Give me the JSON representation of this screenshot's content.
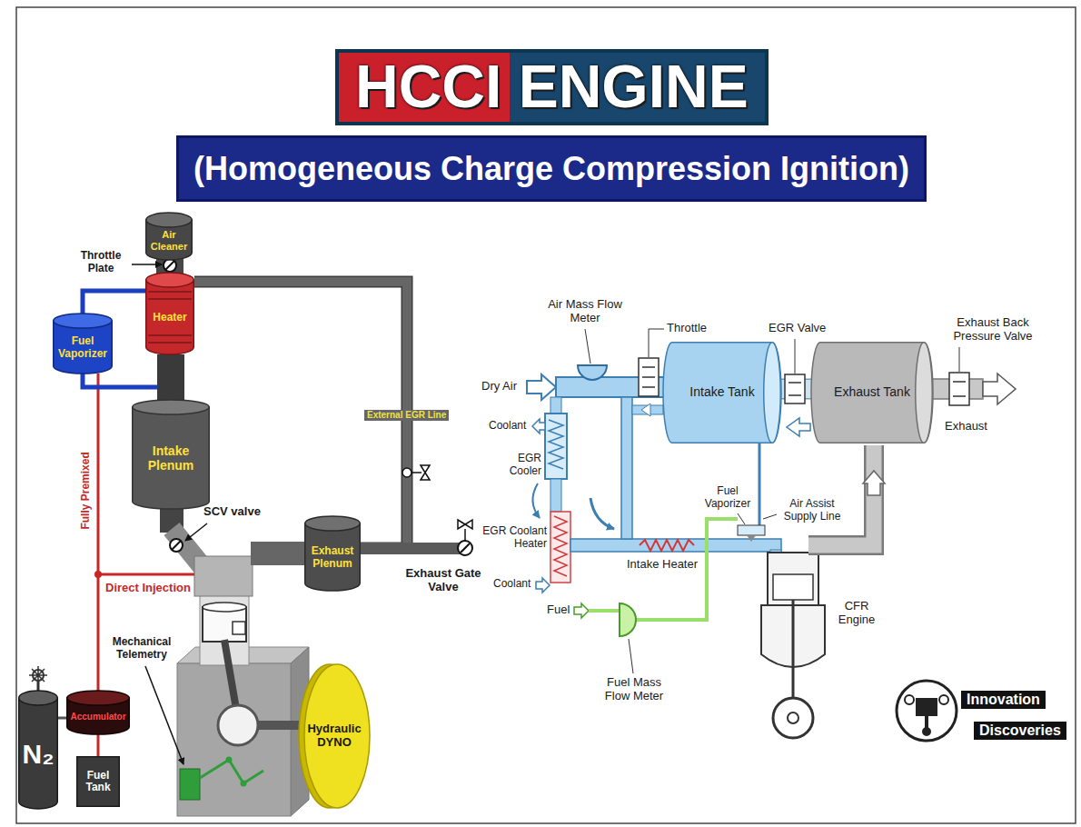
{
  "diagram": {
    "title": "HCCI ENGINE",
    "nodes": [
      {
        "text": [
          "Air Cleaner"
        ]
      },
      {
        "text": [
          "Fuel Vaporizer"
        ]
      },
      {
        "text": [
          "Heater"
        ]
      },
      {
        "text": [
          "Intake Plenum"
        ]
      },
      {
        "text": [
          "Exhaust Plenum"
        ]
      },
      {
        "text": [
          "N₂"
        ]
      },
      {
        "text": [
          "Accumulator"
        ]
      },
      {
        "text": [
          "Fuel Tank"
        ]
      },
      {
        "text": [
          "Hydraulic DYNO"
        ]
      },
      {
        "text": [
          "Intake Tank"
        ]
      },
      {
        "text": [
          "Exhaust Tank"
        ]
      }
    ],
    "edges": [
      {
        "from": 1,
        "to": 2,
        "arrow": "none"
      },
      {
        "from": 5,
        "to": 6,
        "arrow": "none"
      },
      {
        "from": 6,
        "to": 7,
        "arrow": "none"
      },
      {
        "from": 6,
        "to": 1,
        "arrow": "none"
      },
      {
        "from": 4,
        "to": 2,
        "label": "External EGR Line",
        "arrow": "none"
      },
      {
        "from": 9,
        "to": 10,
        "arrow": "none"
      }
    ],
    "labels": [
      "(Homogeneous Charge Compression Ignition)",
      "Throttle Plate",
      "Fully Premixed",
      "Direct Injection",
      "SCV valve",
      "Exhaust Gate Valve",
      "Mechanical Telemetry",
      "Air Mass Flow Meter",
      "Throttle",
      "EGR Valve",
      "Exhaust Back Pressure Valve",
      "Dry Air",
      "Coolant",
      "EGR Cooler",
      "EGR Coolant Heater",
      "Coolant",
      "Intake Heater",
      "Fuel Vaporizer",
      "Air Assist Supply Line",
      "Fuel",
      "Fuel Mass Flow Meter",
      "CFR Engine",
      "Exhaust",
      "Innovation",
      "Discoveries"
    ]
  }
}
